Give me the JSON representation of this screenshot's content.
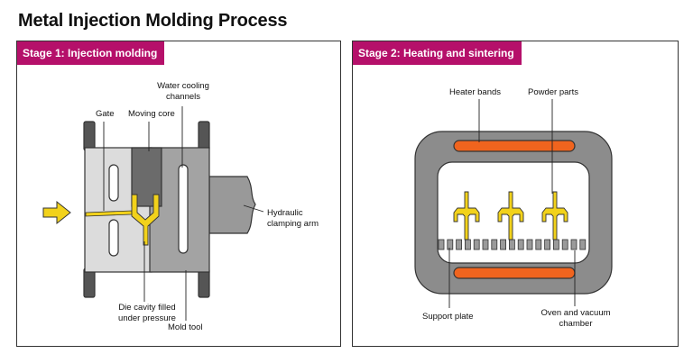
{
  "title": "Metal Injection Molding Process",
  "stage1": {
    "heading": "Stage 1: Injection molding",
    "labels": {
      "gate": "Gate",
      "moving_core": "Moving core",
      "water_cooling": "Water cooling channels",
      "hydraulic": "Hydraulic clamping arm",
      "die_cavity": "Die cavity filled under pressure",
      "mold_tool": "Mold tool"
    }
  },
  "stage2": {
    "heading": "Stage 2: Heating and sintering",
    "labels": {
      "heater_bands": "Heater bands",
      "powder_parts": "Powder parts",
      "support_plate": "Support plate",
      "oven": "Oven and vacuum chamber"
    }
  },
  "colors": {
    "accent": "#b5106a",
    "material": "#f2d21b",
    "heater": "#f0641e",
    "mold_light": "#dcdcdc",
    "mold_mid": "#a3a3a3",
    "mold_dark": "#6b6b6b"
  }
}
